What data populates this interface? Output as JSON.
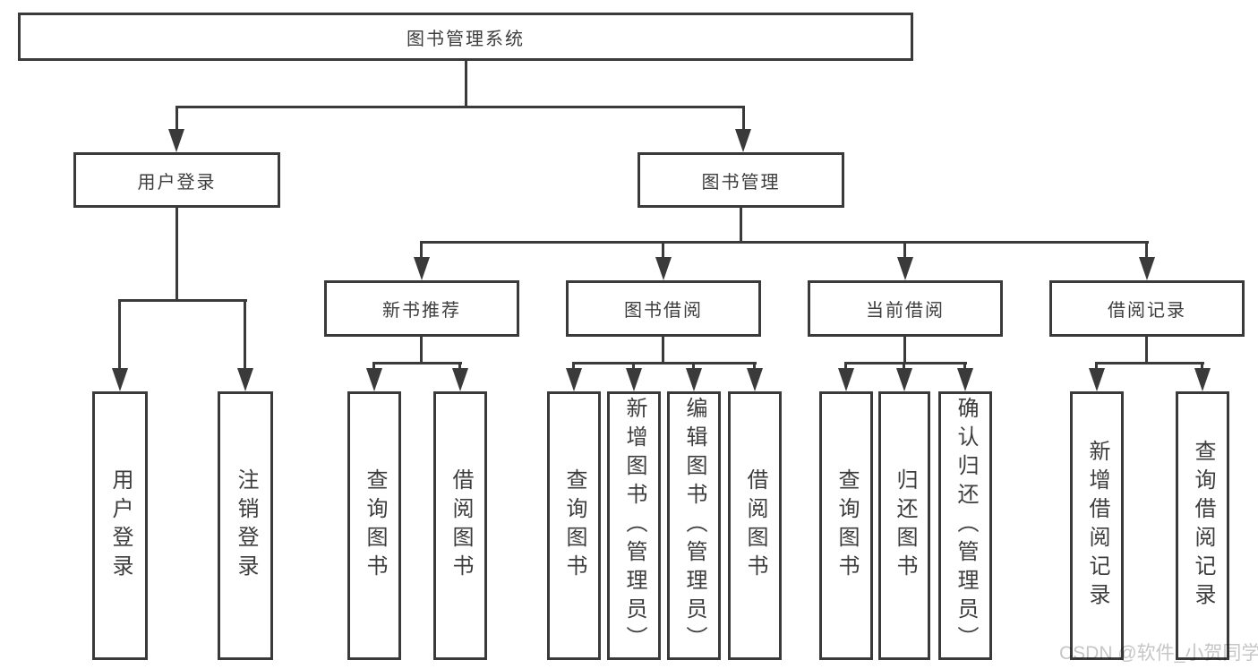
{
  "nodes": {
    "root": "图书管理系统",
    "user_login": "用户登录",
    "book_mgmt": "图书管理",
    "new_book_rec": "新书推荐",
    "book_borrow": "图书借阅",
    "current_borrow": "当前借阅",
    "borrow_records": "借阅记录",
    "ul_user_login": "用户登录",
    "ul_logout": "注销登录",
    "nb_query_books": "查询图书",
    "nb_borrow_books": "借阅图书",
    "bb_query_books": "查询图书",
    "bb_add_books": "新增图书（管理员）",
    "bb_edit_books": "编辑图书（管理员）",
    "bb_borrow_books": "借阅图书",
    "cb_query_books": "查询图书",
    "cb_return_books": "归还图书",
    "cb_confirm_return": "确认归还（管理员）",
    "br_add_record": "新增借阅记录",
    "br_query_record": "查询借阅记录"
  },
  "watermark": "CSDN @软件_小贺同学",
  "colors": {
    "line": "#3a3a3a",
    "text": "#3d3d3d",
    "watermark": "#c6c6c6",
    "background": "#ffffff"
  }
}
